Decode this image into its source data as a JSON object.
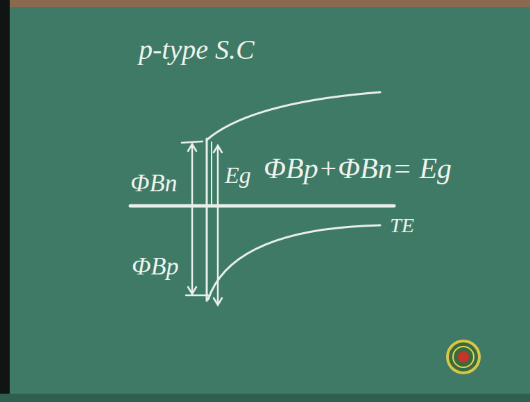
{
  "diagram": {
    "labels": [
      "p-type S.C",
      "ΦBn",
      "Eg",
      "ΦBp+ΦBn= Eg",
      "ΦBp",
      "TE"
    ]
  }
}
